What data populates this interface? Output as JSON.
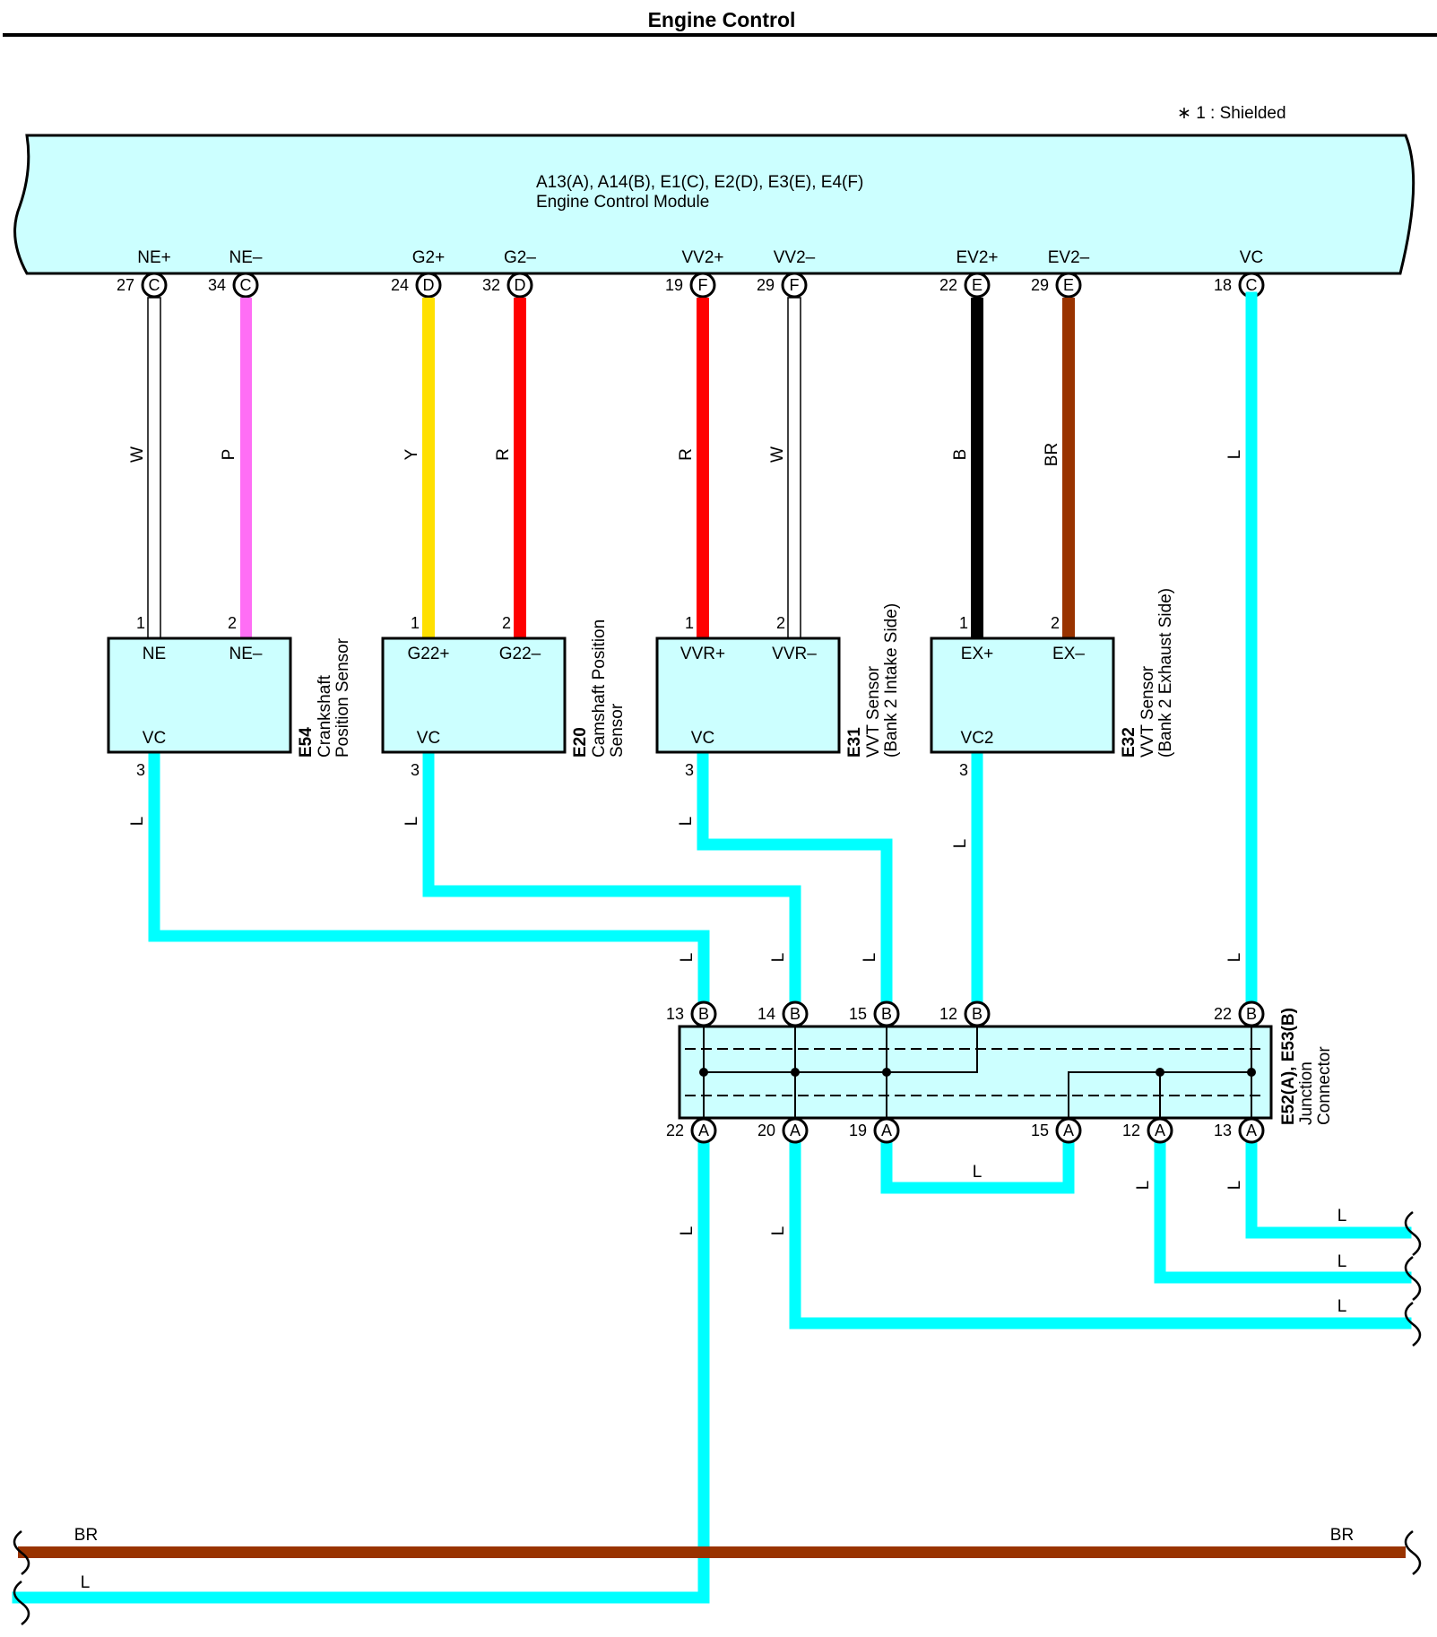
{
  "title": "Engine Control",
  "note": "∗ 1 : Shielded",
  "colors": {
    "W": "#ffffff",
    "P": "#ff6ef5",
    "Y": "#ffe000",
    "R": "#ff0000",
    "B": "#000000",
    "BR": "#993300",
    "L": "#00ffff",
    "box_fill": "#ccffff"
  },
  "ecm": {
    "connectors": "A13(A), A14(B), E1(C), E2(D), E3(E), E4(F)",
    "name": "Engine Control Module",
    "terminals": [
      {
        "label": "NE+",
        "pin": "27",
        "conn": "C",
        "wire": "W"
      },
      {
        "label": "NE–",
        "pin": "34",
        "conn": "C",
        "wire": "P"
      },
      {
        "label": "G2+",
        "pin": "24",
        "conn": "D",
        "wire": "Y"
      },
      {
        "label": "G2–",
        "pin": "32",
        "conn": "D",
        "wire": "R"
      },
      {
        "label": "VV2+",
        "pin": "19",
        "conn": "F",
        "wire": "R"
      },
      {
        "label": "VV2–",
        "pin": "29",
        "conn": "F",
        "wire": "W"
      },
      {
        "label": "EV2+",
        "pin": "22",
        "conn": "E",
        "wire": "B"
      },
      {
        "label": "EV2–",
        "pin": "29",
        "conn": "E",
        "wire": "BR"
      },
      {
        "label": "VC",
        "pin": "18",
        "conn": "C",
        "wire": "L"
      }
    ]
  },
  "sensors": [
    {
      "code": "E54",
      "name": [
        "Crankshaft",
        "Position Sensor"
      ],
      "pins": [
        {
          "num": "1",
          "label": "NE"
        },
        {
          "num": "2",
          "label": "NE–"
        }
      ],
      "vc": {
        "num": "3",
        "label": "VC"
      }
    },
    {
      "code": "E20",
      "name": [
        "Camshaft Position",
        "Sensor"
      ],
      "pins": [
        {
          "num": "1",
          "label": "G22+"
        },
        {
          "num": "2",
          "label": "G22–"
        }
      ],
      "vc": {
        "num": "3",
        "label": "VC"
      }
    },
    {
      "code": "E31",
      "name": [
        "VVT Sensor",
        "(Bank 2 Intake Side)"
      ],
      "pins": [
        {
          "num": "1",
          "label": "VVR+"
        },
        {
          "num": "2",
          "label": "VVR–"
        }
      ],
      "vc": {
        "num": "3",
        "label": "VC"
      }
    },
    {
      "code": "E32",
      "name": [
        "VVT Sensor",
        "(Bank 2 Exhaust Side)"
      ],
      "pins": [
        {
          "num": "1",
          "label": "EX+"
        },
        {
          "num": "2",
          "label": "EX–"
        }
      ],
      "vc": {
        "num": "3",
        "label": "VC2"
      }
    }
  ],
  "junction": {
    "code": "E52(A), E53(B)",
    "name": [
      "Junction",
      "Connector"
    ],
    "top_pins": [
      {
        "num": "13",
        "conn": "B"
      },
      {
        "num": "14",
        "conn": "B"
      },
      {
        "num": "15",
        "conn": "B"
      },
      {
        "num": "12",
        "conn": "B"
      },
      {
        "num": "22",
        "conn": "B"
      }
    ],
    "bottom_pins": [
      {
        "num": "22",
        "conn": "A"
      },
      {
        "num": "20",
        "conn": "A"
      },
      {
        "num": "19",
        "conn": "A"
      },
      {
        "num": "15",
        "conn": "A"
      },
      {
        "num": "12",
        "conn": "A"
      },
      {
        "num": "13",
        "conn": "A"
      }
    ]
  },
  "wire_labels": {
    "sensor_vc": "L",
    "junction_in": "L",
    "bridge": "L",
    "out": "L",
    "bottom_br": "BR",
    "bottom_l": "L"
  }
}
